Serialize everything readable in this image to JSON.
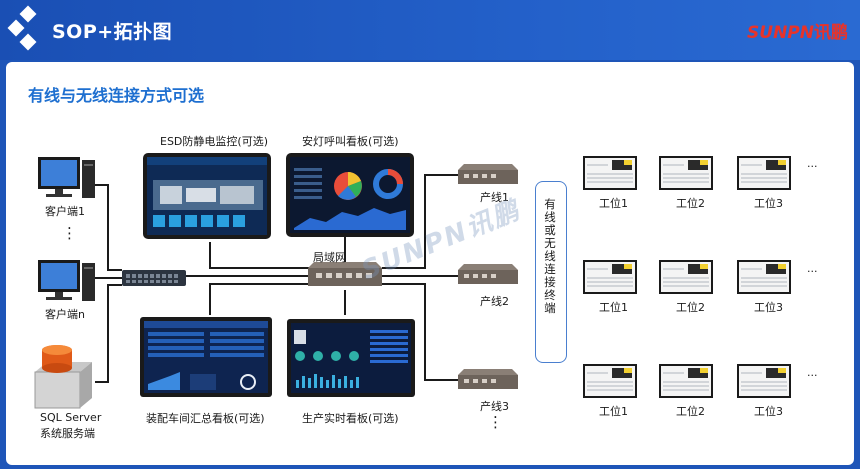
{
  "header": {
    "title": "SOP+拓扑图",
    "brand_en": "SUNPN",
    "brand_cn": "讯鹏"
  },
  "subtitle": "有线与无线连接方式可选",
  "clients": {
    "client1": "客户端1",
    "dots": "⋮",
    "clientn": "客户端n"
  },
  "server": {
    "line1": "SQL  Server",
    "line2": "系统服务端"
  },
  "boards": {
    "esd": "ESD防静电监控(可选)",
    "andon": "安灯呼叫看板(可选)",
    "assembly": "装配车间汇总看板(可选)",
    "production": "生产实时看板(可选)"
  },
  "network": {
    "lan": "局域网"
  },
  "lines": [
    "产线1",
    "产线2",
    "产线3"
  ],
  "line_dots": "⋮",
  "terminal_box": "有线或无线连接终端",
  "stations": {
    "row1": [
      "工位1",
      "工位2",
      "工位3"
    ],
    "row2": [
      "工位1",
      "工位2",
      "工位3"
    ],
    "row3": [
      "工位1",
      "工位2",
      "工位3"
    ],
    "ellipsis": "···"
  },
  "watermark": "SUNPN讯鹏",
  "colors": {
    "header_blue": "#1e55b8",
    "accent_blue": "#1e6fd0",
    "brand_red": "#e8332a"
  }
}
